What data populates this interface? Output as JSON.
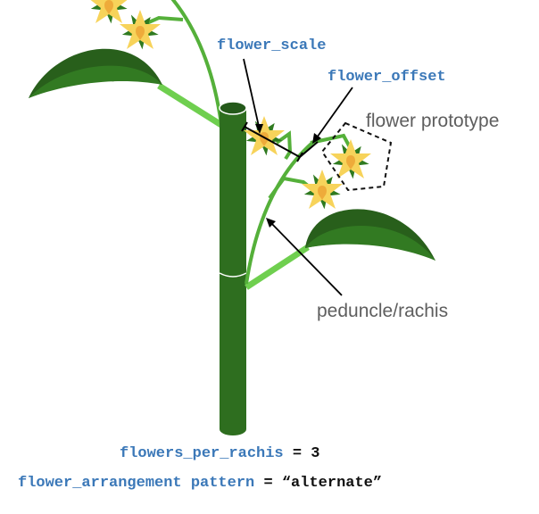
{
  "colors": {
    "stem": "#2e6e1f",
    "stem_dark": "#24591a",
    "leaf": "#327a22",
    "leaf_dark": "#285f1b",
    "petiole": "#6fcf4f",
    "rachis": "#55b03a",
    "flower_petal": "#f7d35a",
    "flower_center": "#eeab3a",
    "sepal": "#2f7a20",
    "param_text": "#3b78b8",
    "label_text": "#5e5e5e",
    "arrow": "#000000"
  },
  "labels": {
    "flower_scale": "flower_scale",
    "flower_offset": "flower_offset",
    "flower_prototype": "flower prototype",
    "peduncle_rachis": "peduncle/rachis"
  },
  "equations": [
    {
      "name": "flowers_per_rachis",
      "op": "=",
      "value": "3"
    },
    {
      "name": "flower_arrangement pattern",
      "op": "=",
      "value": "“alternate”"
    }
  ]
}
